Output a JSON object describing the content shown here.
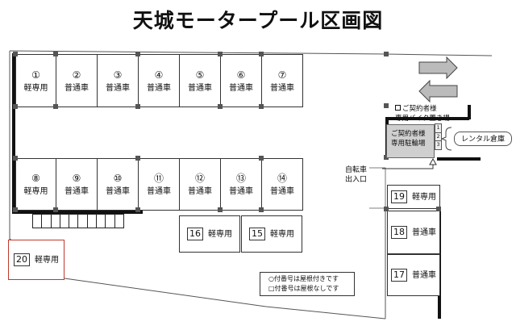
{
  "title": "天城モータープール区画図",
  "slots": {
    "s1": {
      "num": "①",
      "type": "軽専用"
    },
    "s2": {
      "num": "②",
      "type": "普通車"
    },
    "s3": {
      "num": "③",
      "type": "普通車"
    },
    "s4": {
      "num": "④",
      "type": "普通車"
    },
    "s5": {
      "num": "⑤",
      "type": "普通車"
    },
    "s6": {
      "num": "⑥",
      "type": "普通車"
    },
    "s7": {
      "num": "⑦",
      "type": "普通車"
    },
    "s8": {
      "num": "⑧",
      "type": "軽専用"
    },
    "s9": {
      "num": "⑨",
      "type": "普通車"
    },
    "s10": {
      "num": "⑩",
      "type": "普通車"
    },
    "s11": {
      "num": "⑪",
      "type": "普通車"
    },
    "s12": {
      "num": "⑫",
      "type": "普通車"
    },
    "s13": {
      "num": "⑬",
      "type": "普通車"
    },
    "s14": {
      "num": "⑭",
      "type": "普通車"
    },
    "s15": {
      "num": "15",
      "type": "軽専用"
    },
    "s16": {
      "num": "16",
      "type": "軽専用"
    },
    "s17": {
      "num": "17",
      "type": "普通車"
    },
    "s18": {
      "num": "18",
      "type": "普通車"
    },
    "s19": {
      "num": "19",
      "type": "軽専用"
    },
    "s20": {
      "num": "20",
      "type": "軽専用"
    }
  },
  "bike_area": {
    "line1": "ご契約者様",
    "line2": "専用バイク置き場"
  },
  "bicycle_shed": {
    "line1": "ご契約者様",
    "line2": "専用駐輪場"
  },
  "lockers": [
    "1",
    "2",
    "3"
  ],
  "rental": "レンタル倉庫",
  "bike_entrance": {
    "line1": "自転車",
    "line2": "出入口"
  },
  "legend": {
    "line1": "○付番号は屋根付きです",
    "line2": "□付番号は屋根なしです"
  },
  "colors": {
    "highlight": "#c0392b",
    "shed": "#cfcfcf"
  }
}
